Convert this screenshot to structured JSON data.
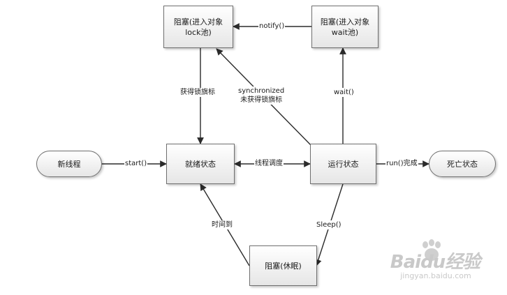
{
  "nodes": {
    "new_thread": "新线程",
    "ready": "就绪状态",
    "running": "运行状态",
    "dead": "死亡状态",
    "blocked_lock": "阻塞(进入对象lock池)",
    "blocked_wait": "阻塞(进入对象wait池)",
    "blocked_sleep": "阻塞(休眠)"
  },
  "edges": {
    "start": "start()",
    "schedule": "线程调度",
    "run_done": "run()完成",
    "notify": "notify()",
    "wait": "wait()",
    "get_lock": "获得锁旗标",
    "sync_line1": "synchronized",
    "sync_line2": "未获得锁旗标",
    "sleep": "Sleep()",
    "timeout": "时间到"
  },
  "watermark": {
    "brand": "Baidu经验",
    "url": "jingyan.baidu.com"
  },
  "colors": {
    "line": "#2b2b2b",
    "node_border": "#6f6f6f",
    "watermark": "#c9c9c9"
  }
}
